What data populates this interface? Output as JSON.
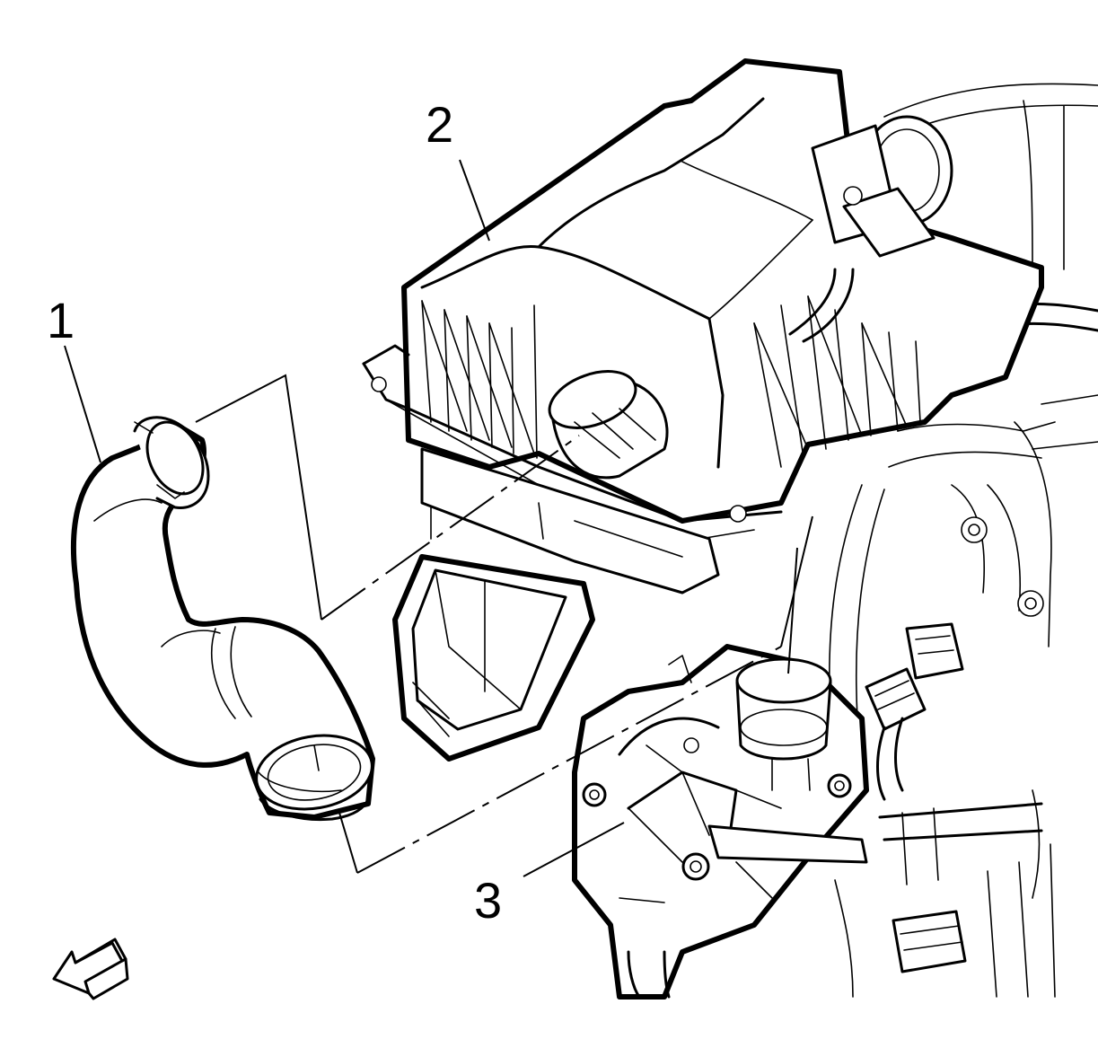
{
  "callouts": [
    {
      "id": "1",
      "label": "1"
    },
    {
      "id": "2",
      "label": "2"
    },
    {
      "id": "3",
      "label": "3"
    }
  ],
  "colors": {
    "ink": "#000000",
    "paper": "#ffffff"
  },
  "icons": {
    "direction": "front-direction-arrow-icon"
  }
}
